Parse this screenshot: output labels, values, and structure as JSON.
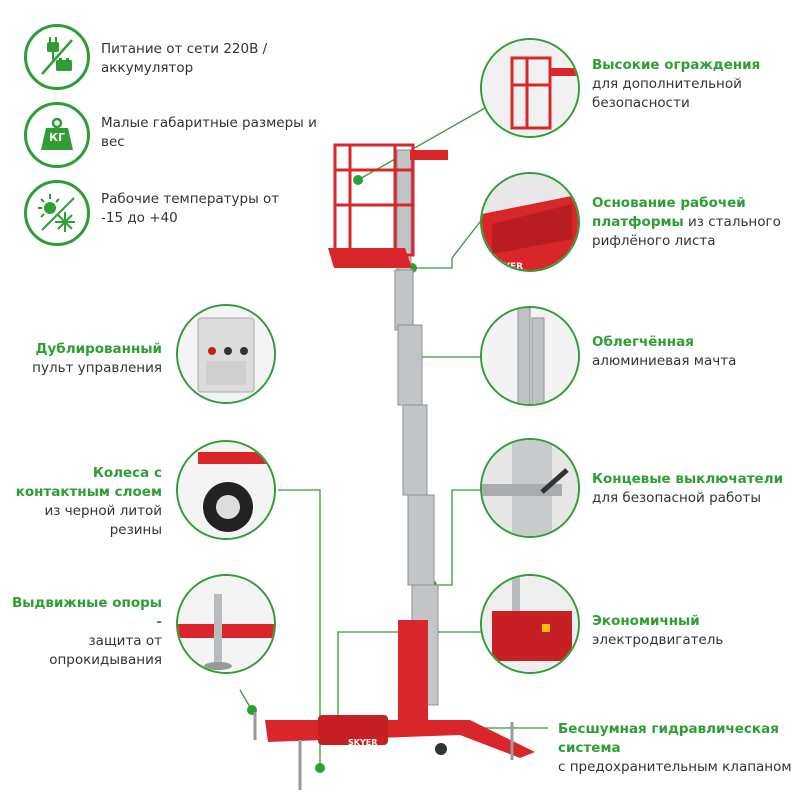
{
  "features": [
    {
      "icon": "power-plug-battery-icon",
      "text": "Питание от сети 220В / аккумулятор"
    },
    {
      "icon": "weight-kg-icon",
      "icon_label": "КГ",
      "text": "Малые габаритные размеры и вес"
    },
    {
      "icon": "temperature-sun-snow-icon",
      "text": "Рабочие температуры от -15 до +40"
    }
  ],
  "callouts": {
    "guardrails": {
      "bold": "Высокие ограждения",
      "rest": "для дополнительной безопасности"
    },
    "platform_base": {
      "bold": "Основание рабочей платформы",
      "rest": " из стального рифлёного листа"
    },
    "mast": {
      "bold": "Облегчённая",
      "rest": "алюминиевая мачта"
    },
    "limit_switches": {
      "bold": "Концевые выключатели",
      "rest": " для безопасной работы"
    },
    "motor": {
      "bold": "Экономичный",
      "rest": "электродвигатель"
    },
    "hydraulics": {
      "bold": "Бесшумная гидравлическая система",
      "rest": "с предохранительным клапаном"
    },
    "control_panel": {
      "bold": "Дублированный",
      "rest": "пульт управления"
    },
    "wheels": {
      "bold": "Колеса с контактным слоем",
      "rest": "из черной литой резины"
    },
    "outriggers": {
      "bold": "Выдвижные опоры -",
      "rest": "защита от опрокидывания"
    }
  },
  "brand": "SKYER",
  "colors": {
    "accent": "#2e9e34",
    "lift_red": "#d9262b",
    "mast_gray": "#b9bcbf"
  }
}
